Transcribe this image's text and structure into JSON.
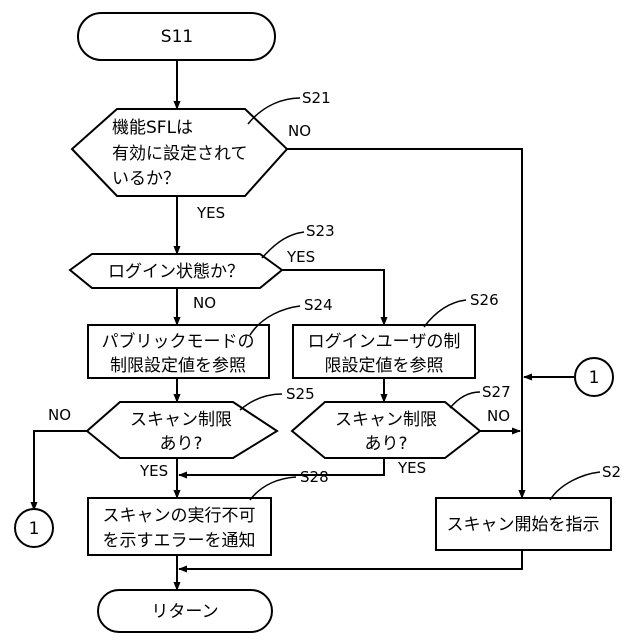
{
  "nodes": {
    "start": {
      "text": "S11"
    },
    "d21": {
      "lines": [
        "機能SFLは",
        "有効に設定されて",
        "いるか？"
      ],
      "step": "S21"
    },
    "d23": {
      "lines": [
        "ログイン状態か？"
      ],
      "step": "S23"
    },
    "b24": {
      "lines": [
        "パブリックモードの",
        "制限設定値を参照"
      ],
      "step": "S24"
    },
    "b26": {
      "lines": [
        "ログインユーザの制",
        "限設定値を参照"
      ],
      "step": "S26"
    },
    "d25": {
      "lines": [
        "スキャン制限",
        "あり?"
      ],
      "step": "S25"
    },
    "d27": {
      "lines": [
        "スキャン制限",
        "あり?"
      ],
      "step": "S27"
    },
    "b28": {
      "lines": [
        "スキャンの実行不可",
        "を示すエラーを通知"
      ],
      "step": "S28"
    },
    "b2": {
      "lines": [
        "スキャン開始を指示"
      ],
      "step": "S2"
    },
    "end": {
      "text": "リターン"
    }
  },
  "edge_labels": {
    "d21_no": "NO",
    "d21_yes": "YES",
    "d23_yes": "YES",
    "d23_no": "NO",
    "d25_no": "NO",
    "d25_yes": "YES",
    "d27_no": "NO",
    "d27_yes": "YES"
  },
  "connectors": {
    "left": "1",
    "right": "1"
  }
}
